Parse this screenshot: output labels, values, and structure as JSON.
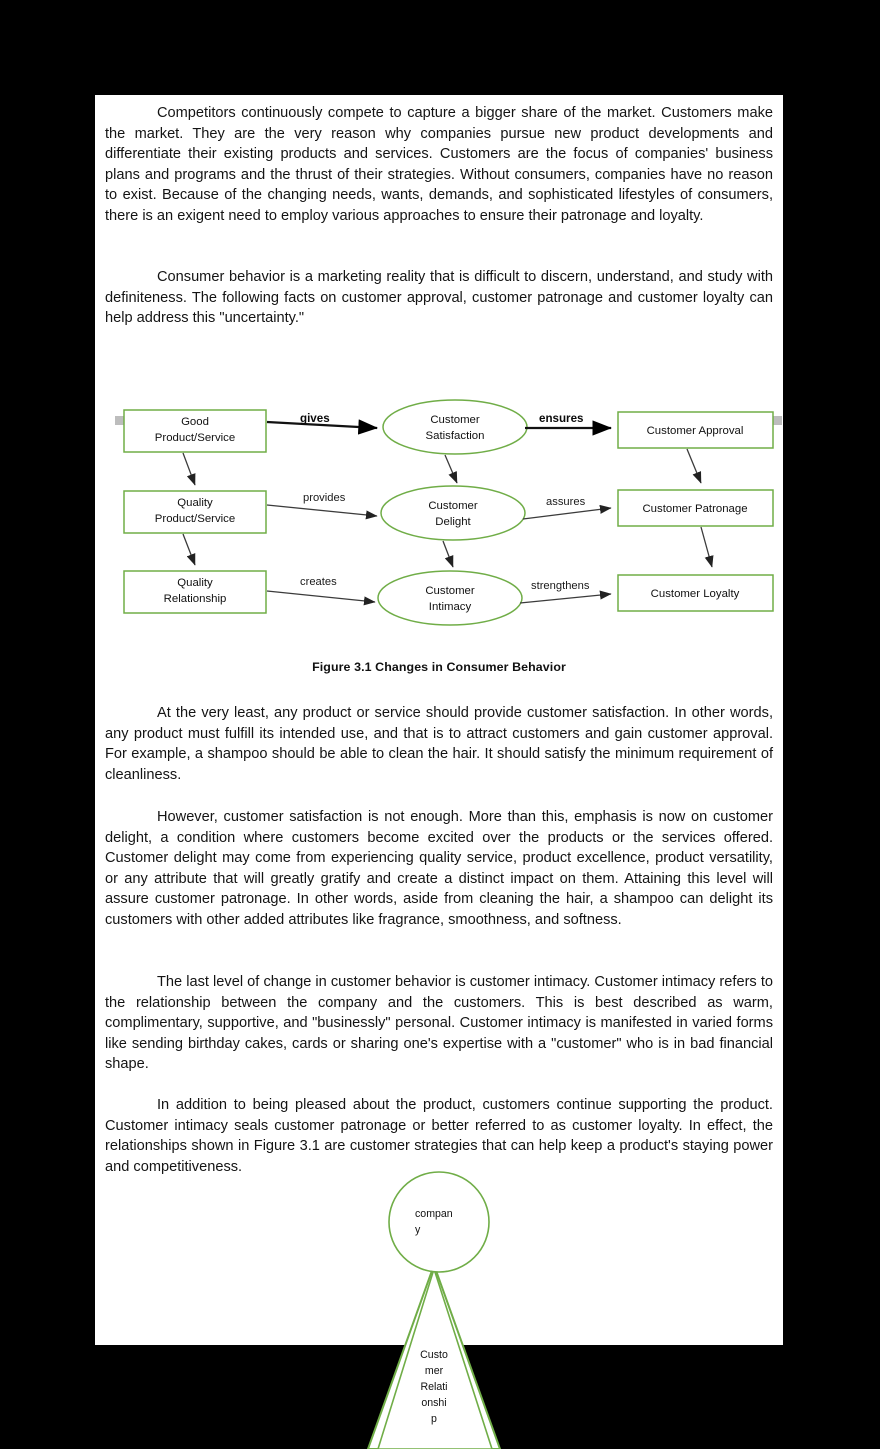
{
  "document": {
    "paragraphs": [
      "Competitors continuously compete to capture a bigger share of the market. Customers make the market. They are the very reason why companies pursue new product developments and differentiate their existing products and services. Customers are the focus of companies' business plans and programs and the thrust of their strategies. Without consumers, companies have no reason to exist. Because of the changing needs, wants, demands, and sophisticated lifestyles of consumers, there is an exigent need to employ various approaches to ensure their patronage and loyalty.",
      "Consumer behavior is a marketing reality that is difficult to discern, understand, and study with definiteness. The following facts on customer approval, customer patronage and customer loyalty can help address this \"uncertainty.\"",
      "At the very least, any product or service should provide customer satisfaction. In other words, any product must fulfill its intended use, and that is to attract customers and gain customer approval. For example, a shampoo should be able to clean the hair. It should satisfy the minimum requirement of cleanliness.",
      "However, customer satisfaction is not enough. More than this, emphasis is now on customer delight, a condition where customers become excited over the products or the services offered. Customer delight may come from experiencing quality service, product excellence, product versatility, or any attribute that will greatly gratify and create a distinct impact on them. Attaining this level will assure customer patronage. In other words, aside from cleaning the hair, a shampoo can delight its customers with other added attributes like fragrance, smoothness, and softness.",
      "The last level of change in customer behavior is customer intimacy. Customer intimacy refers to the relationship between the company and the customers. This is best described as warm, complimentary, supportive, and \"businessly\" personal. Customer intimacy is manifested in varied forms like sending birthday cakes, cards or sharing one's expertise with a \"customer\" who is in bad financial shape.",
      "In addition to being pleased about the product, customers continue supporting the product. Customer intimacy seals customer patronage or better referred to as customer loyalty. In effect, the relationships shown in Figure 3.1 are customer strategies that can help keep a product's staying power and competitiveness."
    ]
  },
  "figure": {
    "caption": "Figure 3.1 Changes in Consumer Behavior",
    "accent_color": "#70ad47",
    "left_nodes": [
      {
        "line1": "Good",
        "line2": "Product/Service"
      },
      {
        "line1": "Quality",
        "line2": "Product/Service"
      },
      {
        "line1": "Quality",
        "line2": "Relationship"
      }
    ],
    "center_nodes": [
      {
        "line1": "Customer",
        "line2": "Satisfaction"
      },
      {
        "line1": "Customer",
        "line2": "Delight"
      },
      {
        "line1": "Customer",
        "line2": "Intimacy"
      }
    ],
    "right_nodes": [
      {
        "label": "Customer Approval"
      },
      {
        "label": "Customer Patronage"
      },
      {
        "label": "Customer Loyalty"
      }
    ],
    "left_edge_labels": [
      "gives",
      "provides",
      "creates"
    ],
    "right_edge_labels": [
      "ensures",
      "assures",
      "strengthens"
    ]
  },
  "bottom_diagram": {
    "accent_color": "#70ad47",
    "circle_lines": [
      "compan",
      "y"
    ],
    "cone_lines": [
      "Custo",
      "mer",
      "Relati",
      "onshi",
      "p"
    ]
  }
}
